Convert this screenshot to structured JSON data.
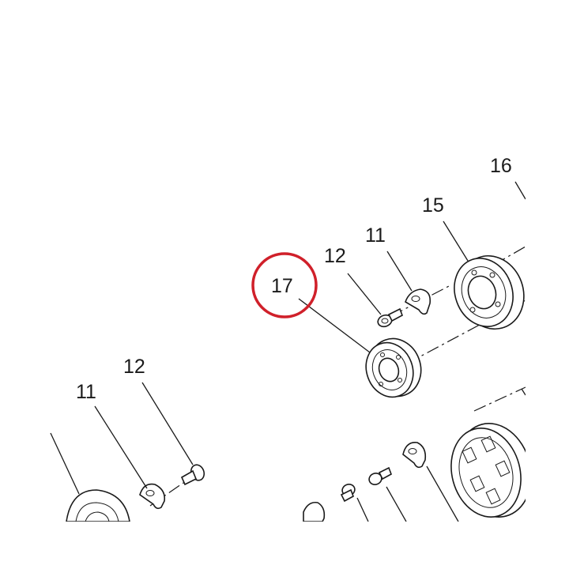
{
  "diagram": {
    "callouts": {
      "c16": "16",
      "c15": "15",
      "c11_top": "11",
      "c12_top": "12",
      "c17": "17",
      "c12_left": "12",
      "c11_left": "11"
    },
    "highlight_color": "#d0202a"
  }
}
